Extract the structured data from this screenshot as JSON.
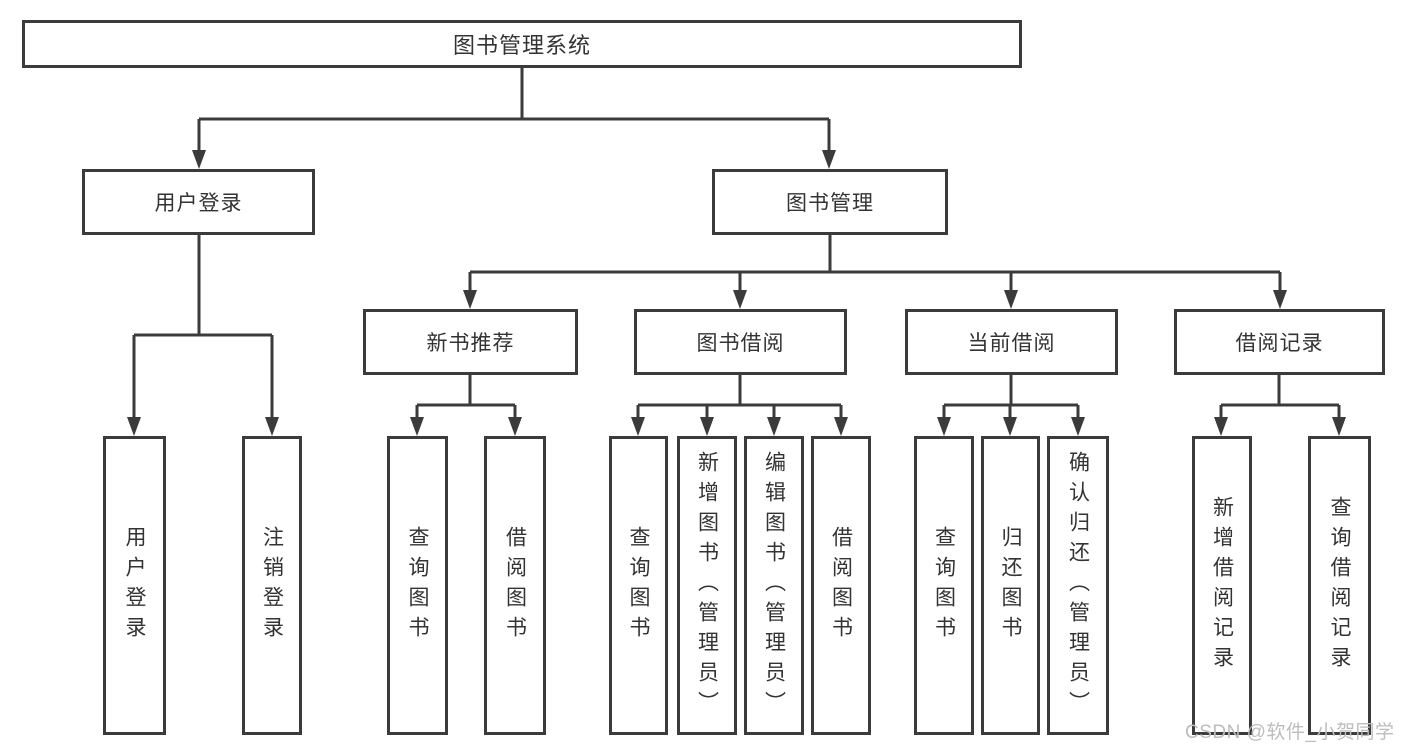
{
  "root": {
    "label": "图书管理系统"
  },
  "level2": {
    "user_login": {
      "label": "用户登录"
    },
    "book_management": {
      "label": "图书管理"
    }
  },
  "level3": {
    "new_book_recommend": {
      "label": "新书推荐"
    },
    "book_borrow": {
      "label": "图书借阅"
    },
    "current_borrow": {
      "label": "当前借阅"
    },
    "borrow_records": {
      "label": "借阅记录"
    }
  },
  "leaves": {
    "user_login_leaf": {
      "label": "用户登录"
    },
    "logout": {
      "label": "注销登录"
    },
    "nb_query_books": {
      "label": "查询图书"
    },
    "nb_borrow_books": {
      "label": "借阅图书"
    },
    "bb_query_books": {
      "label": "查询图书"
    },
    "bb_add_books": {
      "label": "新增图书（管理员）"
    },
    "bb_edit_books": {
      "label": "编辑图书（管理员）"
    },
    "bb_borrow_books": {
      "label": "借阅图书"
    },
    "cb_query_books": {
      "label": "查询图书"
    },
    "cb_return_books": {
      "label": "归还图书"
    },
    "cb_confirm_return": {
      "label": "确认归还（管理员）"
    },
    "br_add_record": {
      "label": "新增借阅记录"
    },
    "br_query_record": {
      "label": "查询借阅记录"
    }
  },
  "watermark": {
    "text": "CSDN @软件_小贺同学"
  },
  "colors": {
    "line": "#3b3b3b",
    "text": "#333333",
    "watermark": "#bdbdbd",
    "background": "#ffffff"
  }
}
